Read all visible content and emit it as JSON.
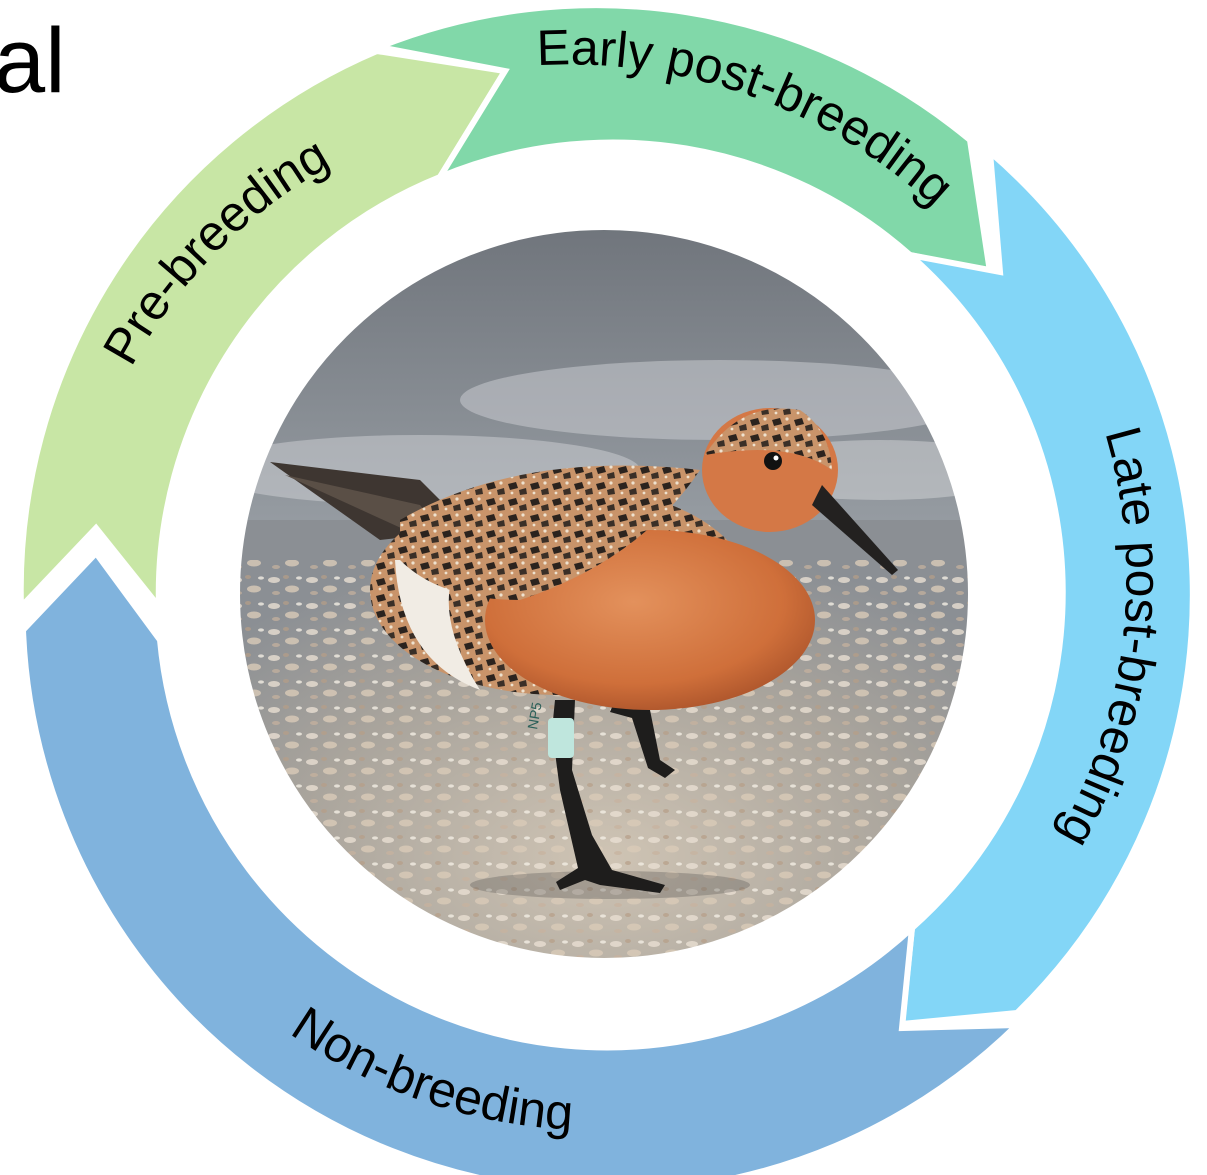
{
  "corner_label": "al",
  "photo": {
    "subject": "red knot shorebird walking on shell beach",
    "leg_band_text": "NP5"
  },
  "segments": [
    {
      "id": "pre-breeding",
      "label": "Pre-breeding",
      "color": "#c8e6a5"
    },
    {
      "id": "early-post-breeding",
      "label": "Early post-breeding",
      "color": "#81d8a9"
    },
    {
      "id": "late-post-breeding",
      "label": "Late post-breeding",
      "color": "#83d6f7"
    },
    {
      "id": "non-breeding",
      "label": "Non-breeding",
      "color": "#80b3dd"
    }
  ]
}
